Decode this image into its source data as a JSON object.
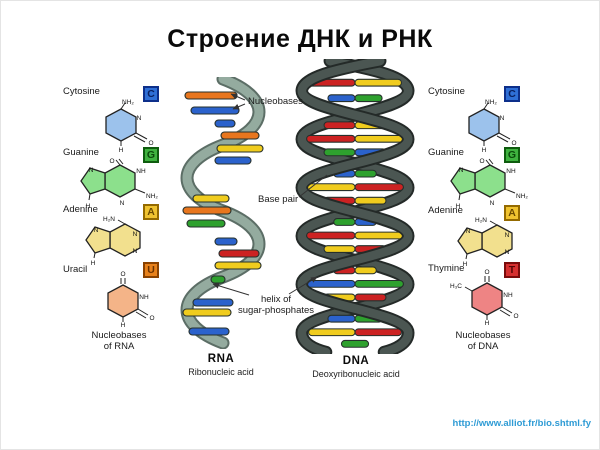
{
  "title": "Строение ДНК и РНК",
  "source_link": "http://www.alliot.fr/bio.shtml.fy",
  "left_panel": {
    "items": [
      {
        "name": "Cytosine",
        "letter": "C"
      },
      {
        "name": "Guanine",
        "letter": "G"
      },
      {
        "name": "Adenine",
        "letter": "A"
      },
      {
        "name": "Uracil",
        "letter": "U"
      }
    ],
    "caption_line1": "Nucleobases",
    "caption_line2": "of RNA"
  },
  "right_panel": {
    "items": [
      {
        "name": "Cytosine",
        "letter": "C"
      },
      {
        "name": "Guanine",
        "letter": "G"
      },
      {
        "name": "Adenine",
        "letter": "A"
      },
      {
        "name": "Thymine",
        "letter": "T"
      }
    ],
    "caption_line1": "Nucleobases",
    "caption_line2": "of DNA"
  },
  "diagram": {
    "nucleobases_label": "Nucleobases",
    "base_pair_label": "Base pair",
    "helix_label_line1": "helix of",
    "helix_label_line2": "sugar-phosphates",
    "rna_abbr": "RNA",
    "rna_full": "Ribonucleic acid",
    "dna_abbr": "DNA",
    "dna_full": "Deoxyribonucleic acid"
  },
  "chem": {
    "cytosine": {
      "nh2": "NH₂",
      "n": "N",
      "o": "O",
      "h": "H"
    },
    "guanine": {
      "o": "O",
      "nh": "NH",
      "nh2": "NH₂",
      "n1": "N",
      "n2": "N",
      "h": "H"
    },
    "adenine": {
      "h2n": "H₂N",
      "n1": "N",
      "n2": "N",
      "n3": "N",
      "h": "H"
    },
    "uracil": {
      "o1": "O",
      "nh": "NH",
      "o2": "O",
      "h": "H"
    },
    "thymine": {
      "o1": "O",
      "h3c": "H₃C",
      "nh": "NH",
      "o2": "O",
      "h": "H"
    }
  },
  "colors": {
    "bar_orange": "#e8761e",
    "bar_blue": "#2b62cc",
    "bar_yellow": "#f0cc1e",
    "bar_green": "#2ea12e",
    "bar_red": "#cc2222",
    "rna_ribbon": "#94ab9f",
    "dna_ribbon": "#4b5652",
    "badge_c": "#2f6fd6",
    "badge_g": "#3fb23f",
    "badge_a": "#f0c330",
    "badge_u": "#e8821c",
    "badge_t": "#d63030",
    "cytosine_fill": "#9cc2ec",
    "guanine_fill": "#8ce08c",
    "adenine_fill": "#f2e08e",
    "uracil_fill": "#f4b488",
    "thymine_fill": "#ee8484",
    "link": "#2e9bd5"
  }
}
